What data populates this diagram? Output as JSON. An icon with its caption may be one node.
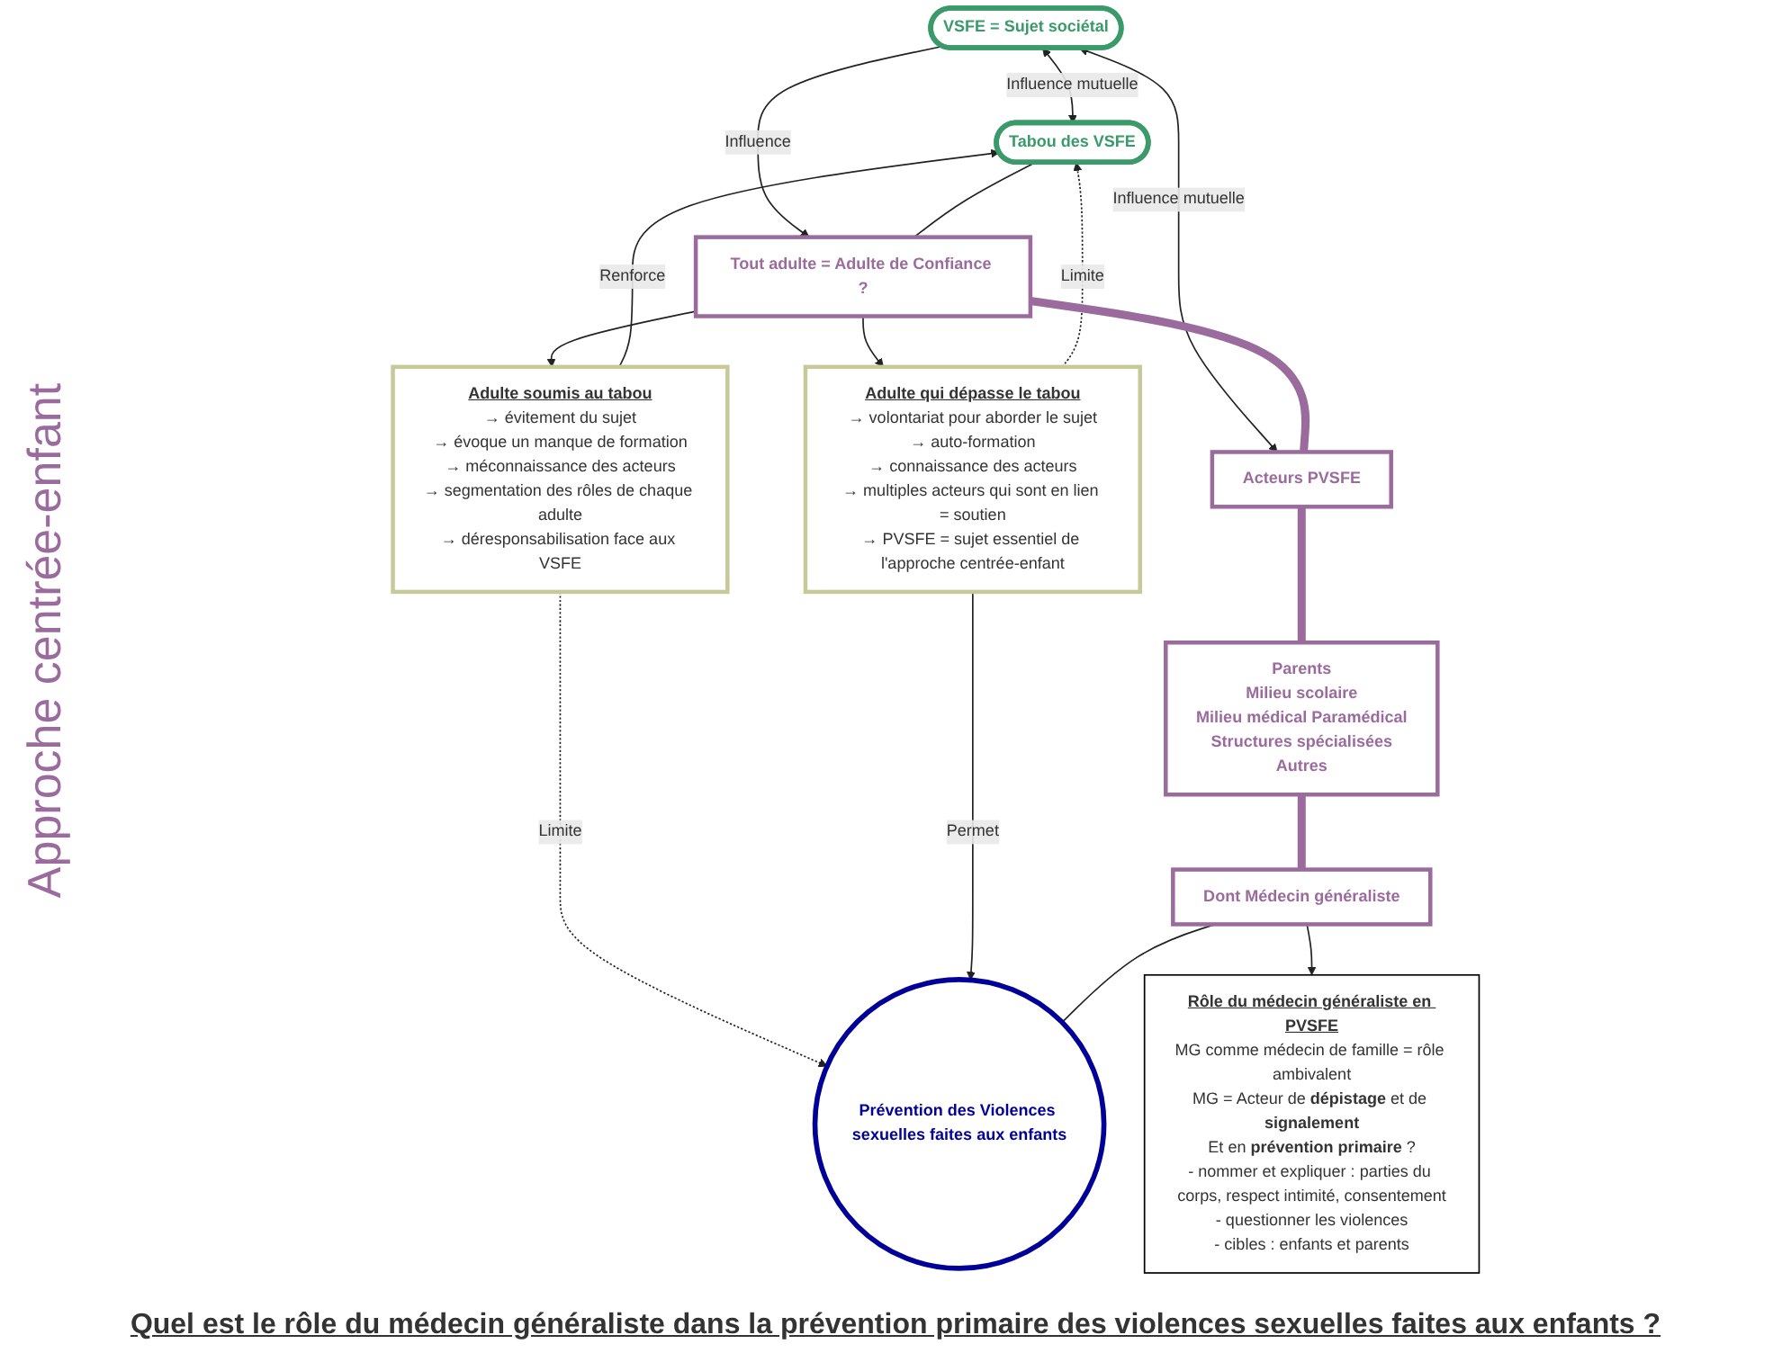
{
  "diagram": {
    "caption": "Quel est le rôle du médecin généraliste dans la prévention primaire des violences sexuelles faites aux enfants ?",
    "nodes": [
      {
        "text": [
          "VSFE = Sujet sociétal"
        ]
      },
      {
        "text": [
          "Tabou des VSFE"
        ]
      },
      {
        "text": [
          "Adulte soumis au tabou",
          "→ évitement du sujet",
          "→ évoque un manque de formation",
          "→ méconnaissance des acteurs",
          "→ segmentation des rôles de chaque adulte",
          "→ déresponsabilisation face aux VSFE"
        ]
      },
      {
        "text": [
          "Adulte qui dépasse le tabou",
          "→ volontariat pour aborder le sujet",
          "→ auto-formation",
          "→ connaissance des acteurs",
          "→ multiples acteurs qui sont en lien = soutien",
          "→ PVSFE = sujet essentiel de l'approche centrée-enfant"
        ]
      },
      {
        "text": [
          "Tout adulte = Adulte de Confiance ?"
        ]
      },
      {
        "text": [
          "Acteurs PVSFE"
        ]
      },
      {
        "text": [
          "Parents",
          "Milieu scolaire",
          "Milieu médical Paramédical",
          "Structures spécialisées",
          "Autres"
        ]
      },
      {
        "text": [
          "Prévention des Violences sexuelles faites aux enfants"
        ]
      },
      {
        "text": [
          "Dont Médecin généraliste"
        ]
      },
      {
        "text": [
          "Rôle du médecin généraliste en PVSFE",
          "MG comme médecin de famille = rôle ambivalent",
          "MG = Acteur de **dépistage** et de **signalement**",
          "Et en **prévention primaire** ?",
          "- nommer et expliquer : parties du corps, respect intimité, consentement",
          "- questionner les violences",
          "- cibles : enfants et parents"
        ]
      }
    ],
    "edges": [
      {
        "from": 0,
        "to": 1,
        "arrow": "both",
        "label": "Influence mutuelle"
      },
      {
        "from": 0,
        "to": 5,
        "arrow": "both",
        "label": "Influence mutuelle"
      },
      {
        "from": 0,
        "to": 4,
        "arrow": "to",
        "label": "Influence"
      },
      {
        "from": 2,
        "to": 1,
        "arrow": "to",
        "label": "Renforce"
      },
      {
        "from": 3,
        "to": 1,
        "arrow": "to",
        "label": "Limite",
        "style": "dashed"
      },
      {
        "from": 1,
        "to": 4,
        "arrow": "none"
      },
      {
        "from": 4,
        "to": 2,
        "arrow": "to"
      },
      {
        "from": 4,
        "to": 3,
        "arrow": "to"
      },
      {
        "from": 2,
        "to": 7,
        "arrow": "to",
        "label": "Limite",
        "style": "dashed"
      },
      {
        "from": 3,
        "to": 7,
        "arrow": "to",
        "label": "Permet"
      },
      {
        "from": 4,
        "to": 5,
        "arrow": "none",
        "style": "thick",
        "color": "#9b6b9e"
      },
      {
        "from": 5,
        "to": 6,
        "arrow": "none",
        "style": "thick",
        "color": "#9b6b9e"
      },
      {
        "from": 6,
        "to": 8,
        "arrow": "none",
        "style": "thick",
        "color": "#9b6b9e"
      },
      {
        "from": 8,
        "to": 7,
        "arrow": "none"
      },
      {
        "from": 8,
        "to": 9,
        "arrow": "to"
      }
    ],
    "labels": [
      "Approche centrée-enfant"
    ]
  }
}
